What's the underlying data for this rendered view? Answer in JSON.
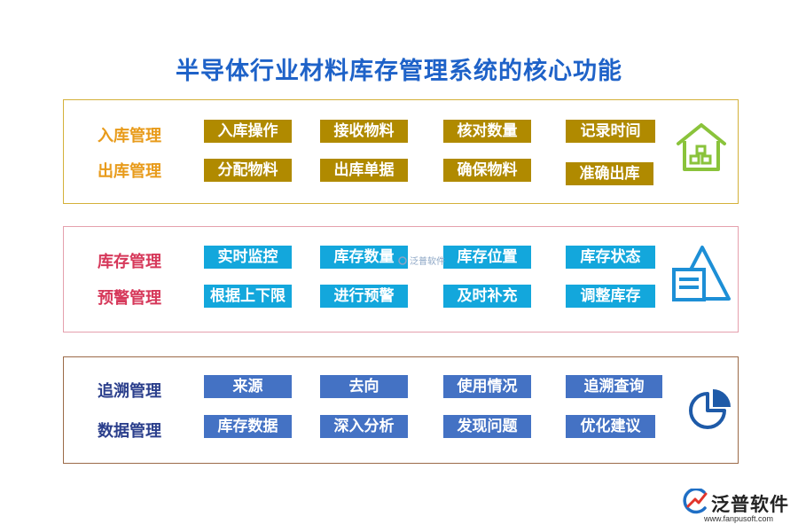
{
  "title": "半导体行业材料库存管理系统的核心功能",
  "sections": [
    {
      "border_color": "#d4b13a",
      "label_color": "#e89b1b",
      "tag_color": "#b08a00",
      "icon": "warehouse-icon",
      "icon_color": "#8ac33b",
      "rows": [
        {
          "label": "入库管理",
          "items": [
            "入库操作",
            "接收物料",
            "核对数量",
            "记录时间"
          ]
        },
        {
          "label": "出库管理",
          "items": [
            "分配物料",
            "出库单据",
            "确保物料",
            "准确出库"
          ]
        }
      ]
    },
    {
      "border_color": "#e5a0ad",
      "label_color": "#d6385a",
      "tag_color": "#13a7dc",
      "icon": "pyramid-layers-icon",
      "icon_color": "#1d8fd6",
      "rows": [
        {
          "label": "库存管理",
          "items": [
            "实时监控",
            "库存数量",
            "库存位置",
            "库存状态"
          ]
        },
        {
          "label": "预警管理",
          "items": [
            "根据上下限",
            "进行预警",
            "及时补充",
            "调整库存"
          ]
        }
      ]
    },
    {
      "border_color": "#9b6a48",
      "label_color": "#2b3f8c",
      "tag_color": "#4472c4",
      "icon": "pie-chart-icon",
      "icon_color": "#1e5aa8",
      "rows": [
        {
          "label": "追溯管理",
          "items": [
            "来源",
            "去向",
            "使用情况",
            "追溯查询"
          ]
        },
        {
          "label": "数据管理",
          "items": [
            "库存数据",
            "深入分析",
            "发现问题",
            "优化建议"
          ]
        }
      ]
    }
  ],
  "watermark": "泛普软件",
  "brand": {
    "name": "泛普软件",
    "url": "www.fanpusoft.com"
  }
}
